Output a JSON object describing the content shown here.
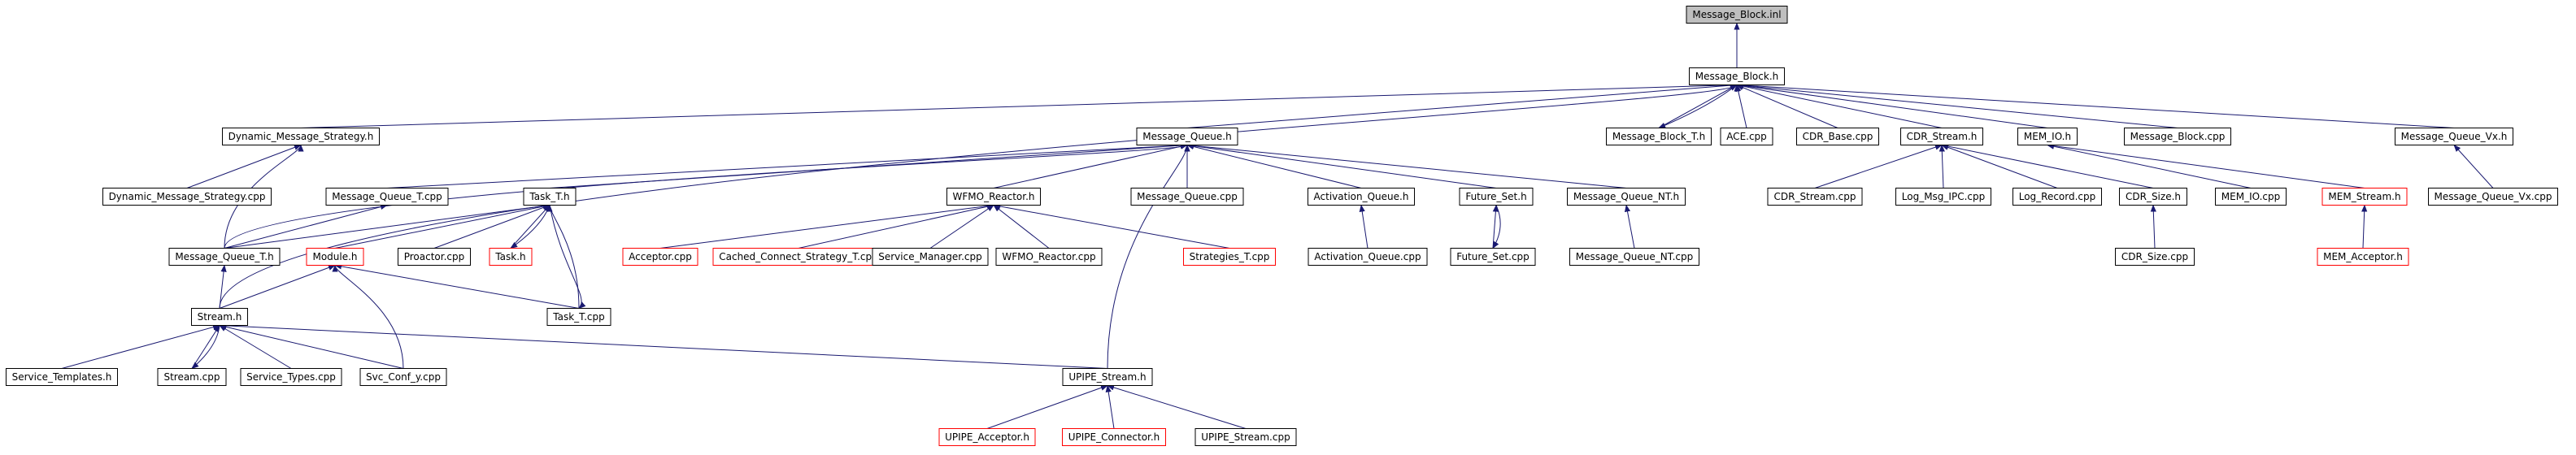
{
  "colors": {
    "edge": "#191970",
    "box_border": "#000000",
    "box_border_missing": "#ff0000",
    "root_fill": "#bfbfbf",
    "box_fill": "#ffffff"
  },
  "nodes": [
    {
      "id": "mbinl",
      "label": "Message_Block.inl",
      "root": true
    },
    {
      "id": "mbh",
      "label": "Message_Block.h"
    },
    {
      "id": "dms",
      "label": "Dynamic_Message_Strategy.h"
    },
    {
      "id": "mq",
      "label": "Message_Queue.h"
    },
    {
      "id": "mbth",
      "label": "Message_Block_T.h"
    },
    {
      "id": "ace",
      "label": "ACE.cpp"
    },
    {
      "id": "cdrb",
      "label": "CDR_Base.cpp"
    },
    {
      "id": "cdrs",
      "label": "CDR_Stream.h"
    },
    {
      "id": "memio",
      "label": "MEM_IO.h"
    },
    {
      "id": "mbcpp",
      "label": "Message_Block.cpp"
    },
    {
      "id": "mqvx",
      "label": "Message_Queue_Vx.h"
    },
    {
      "id": "dmscpp",
      "label": "Dynamic_Message_Strategy.cpp"
    },
    {
      "id": "mqtcpp",
      "label": "Message_Queue_T.cpp"
    },
    {
      "id": "taskth",
      "label": "Task_T.h"
    },
    {
      "id": "wfmo",
      "label": "WFMO_Reactor.h"
    },
    {
      "id": "mqcpp",
      "label": "Message_Queue.cpp"
    },
    {
      "id": "aq",
      "label": "Activation_Queue.h"
    },
    {
      "id": "fs",
      "label": "Future_Set.h"
    },
    {
      "id": "mqnt",
      "label": "Message_Queue_NT.h"
    },
    {
      "id": "cdrscpp",
      "label": "CDR_Stream.cpp"
    },
    {
      "id": "logmsg",
      "label": "Log_Msg_IPC.cpp"
    },
    {
      "id": "logrec",
      "label": "Log_Record.cpp"
    },
    {
      "id": "cdrsize",
      "label": "CDR_Size.h"
    },
    {
      "id": "memiocpp",
      "label": "MEM_IO.cpp"
    },
    {
      "id": "memstream",
      "label": "MEM_Stream.h",
      "missing": true
    },
    {
      "id": "mqvxcpp",
      "label": "Message_Queue_Vx.cpp"
    },
    {
      "id": "mqth",
      "label": "Message_Queue_T.h"
    },
    {
      "id": "module",
      "label": "Module.h",
      "missing": true
    },
    {
      "id": "proactor",
      "label": "Proactor.cpp"
    },
    {
      "id": "taskh",
      "label": "Task.h",
      "missing": true
    },
    {
      "id": "acceptor",
      "label": "Acceptor.cpp",
      "missing": true
    },
    {
      "id": "ccs",
      "label": "Cached_Connect_Strategy_T.cpp",
      "missing": true
    },
    {
      "id": "smgr",
      "label": "Service_Manager.cpp"
    },
    {
      "id": "wfmocpp",
      "label": "WFMO_Reactor.cpp"
    },
    {
      "id": "strat",
      "label": "Strategies_T.cpp",
      "missing": true
    },
    {
      "id": "aqcpp",
      "label": "Activation_Queue.cpp"
    },
    {
      "id": "fscpp",
      "label": "Future_Set.cpp"
    },
    {
      "id": "mqntcpp",
      "label": "Message_Queue_NT.cpp"
    },
    {
      "id": "cdrsizecpp",
      "label": "CDR_Size.cpp"
    },
    {
      "id": "memacc",
      "label": "MEM_Acceptor.h",
      "missing": true
    },
    {
      "id": "streamh",
      "label": "Stream.h"
    },
    {
      "id": "tasktcpp",
      "label": "Task_T.cpp"
    },
    {
      "id": "svctmpl",
      "label": "Service_Templates.h"
    },
    {
      "id": "streamcpp",
      "label": "Stream.cpp"
    },
    {
      "id": "svctypes",
      "label": "Service_Types.cpp"
    },
    {
      "id": "svcconf",
      "label": "Svc_Conf_y.cpp"
    },
    {
      "id": "upipe",
      "label": "UPIPE_Stream.h"
    },
    {
      "id": "upacc",
      "label": "UPIPE_Acceptor.h",
      "missing": true
    },
    {
      "id": "upconn",
      "label": "UPIPE_Connector.h",
      "missing": true
    },
    {
      "id": "upcpp",
      "label": "UPIPE_Stream.cpp"
    }
  ],
  "edges": [
    [
      "mbh",
      "mbinl"
    ],
    [
      "dms",
      "mbh"
    ],
    [
      "mq",
      "mbh"
    ],
    [
      "mbth",
      "mbh"
    ],
    [
      "ace",
      "mbh"
    ],
    [
      "cdrb",
      "mbh"
    ],
    [
      "cdrs",
      "mbh"
    ],
    [
      "memio",
      "mbh"
    ],
    [
      "mbcpp",
      "mbh"
    ],
    [
      "mqvx",
      "mbh"
    ],
    [
      "streamh",
      "mbh"
    ],
    [
      "dmscpp",
      "dms"
    ],
    [
      "mqth",
      "dms"
    ],
    [
      "mqth",
      "mq"
    ],
    [
      "mqtcpp",
      "mq"
    ],
    [
      "taskth",
      "mq"
    ],
    [
      "wfmo",
      "mq"
    ],
    [
      "mqcpp",
      "mq"
    ],
    [
      "aq",
      "mq"
    ],
    [
      "fs",
      "mq"
    ],
    [
      "mqnt",
      "mq"
    ],
    [
      "upipe",
      "mq"
    ],
    [
      "mbh",
      "mbth"
    ],
    [
      "cdrscpp",
      "cdrs"
    ],
    [
      "logmsg",
      "cdrs"
    ],
    [
      "logrec",
      "cdrs"
    ],
    [
      "cdrsize",
      "cdrs"
    ],
    [
      "memiocpp",
      "memio"
    ],
    [
      "memstream",
      "memio"
    ],
    [
      "mqvxcpp",
      "mqvx"
    ],
    [
      "mqth",
      "mqtcpp"
    ],
    [
      "mqth",
      "taskth"
    ],
    [
      "module",
      "taskth"
    ],
    [
      "proactor",
      "taskth"
    ],
    [
      "taskh",
      "taskth"
    ],
    [
      "tasktcpp",
      "taskth"
    ],
    [
      "acceptor",
      "wfmo"
    ],
    [
      "ccs",
      "wfmo"
    ],
    [
      "smgr",
      "wfmo"
    ],
    [
      "wfmocpp",
      "wfmo"
    ],
    [
      "strat",
      "wfmo"
    ],
    [
      "aqcpp",
      "aq"
    ],
    [
      "fscpp",
      "fs"
    ],
    [
      "fs",
      "fscpp"
    ],
    [
      "mqntcpp",
      "mqnt"
    ],
    [
      "cdrsizecpp",
      "cdrsize"
    ],
    [
      "memacc",
      "memstream"
    ],
    [
      "streamh",
      "mqth"
    ],
    [
      "taskth",
      "taskh"
    ],
    [
      "taskth",
      "tasktcpp"
    ],
    [
      "streamh",
      "module"
    ],
    [
      "tasktcpp",
      "module"
    ],
    [
      "svcconf",
      "module"
    ],
    [
      "svctmpl",
      "streamh"
    ],
    [
      "streamcpp",
      "streamh"
    ],
    [
      "streamh",
      "streamcpp"
    ],
    [
      "svctypes",
      "streamh"
    ],
    [
      "svcconf",
      "streamh"
    ],
    [
      "upipe",
      "streamh"
    ],
    [
      "upacc",
      "upipe"
    ],
    [
      "upconn",
      "upipe"
    ],
    [
      "upcpp",
      "upipe"
    ]
  ]
}
